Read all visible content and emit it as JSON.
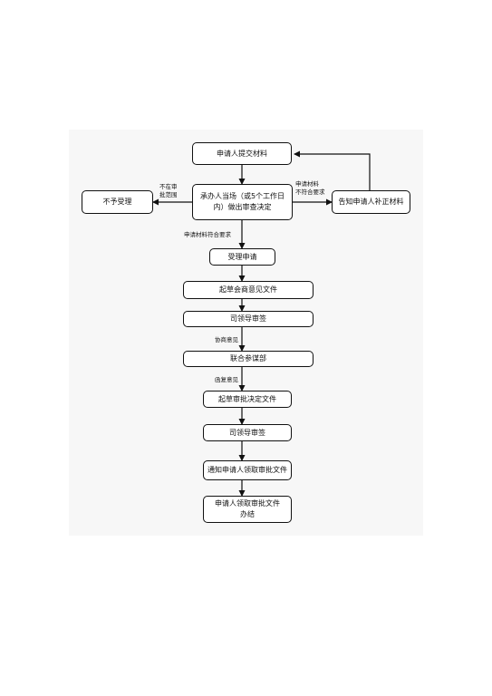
{
  "flowchart": {
    "nodes": {
      "submit": "申请人提交材料",
      "decide": "承办人当场（或5个工作日\n内）做出审查决定",
      "reject": "不予受理",
      "supplement": "告知申请人补正材料",
      "accept": "受理申请",
      "draft_opinion": "起草会商意见文件",
      "leader_review_1": "司领导审签",
      "joint_staff": "联合参谋部",
      "draft_approval": "起草审批决定文件",
      "leader_review_2": "司领导审签",
      "notify": "通知申请人领取审批文件",
      "complete": "申请人领取审批文件\n办结"
    },
    "edge_labels": {
      "out_of_scope": "不在审\n批范围",
      "incomplete": "申请材料\n不符合要求",
      "meets_requirements": "申请材料符合要求",
      "consult_opinion": "协商意见",
      "reply_opinion": "函复意见"
    }
  }
}
